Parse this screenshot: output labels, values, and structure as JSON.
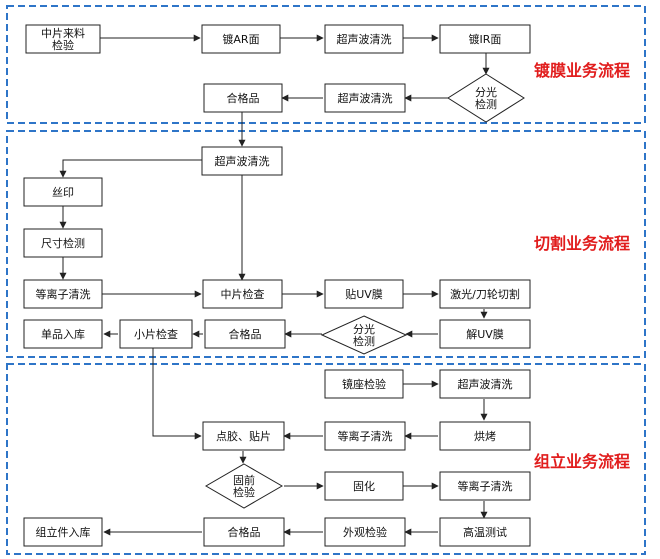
{
  "stages": {
    "coating": "镀膜业务流程",
    "cutting": "切割业务流程",
    "assembly": "组立业务流程"
  },
  "nodes": {
    "n1": "中片来料\n检验",
    "n2": "镀AR面",
    "n3": "超声波清洗",
    "n4": "镀IR面",
    "n5": "分光\n检测",
    "n6": "超声波清洗",
    "n7": "合格品",
    "c1": "超声波清洗",
    "c2": "丝印",
    "c3": "尺寸检测",
    "c4": "等离子清洗",
    "c5": "中片检查",
    "c6": "贴UV膜",
    "c7": "激光/刀轮切割",
    "c8": "解UV膜",
    "c9": "分光\n检测",
    "c10": "合格品",
    "c11": "小片检查",
    "c12": "单品入库",
    "a1": "镜座检验",
    "a2": "超声波清洗",
    "a3": "烘烤",
    "a4": "等离子清洗",
    "a5": "点胶、贴片",
    "a6": "固前\n检验",
    "a7": "固化",
    "a8": "等离子清洗",
    "a9": "高温测试",
    "a10": "外观检验",
    "a11": "合格品",
    "a12": "组立件入库"
  },
  "colors": {
    "dashed_border": "#2e75c8",
    "stage_text": "#e11d1d",
    "node_border": "#222222",
    "arrow": "#222222"
  }
}
